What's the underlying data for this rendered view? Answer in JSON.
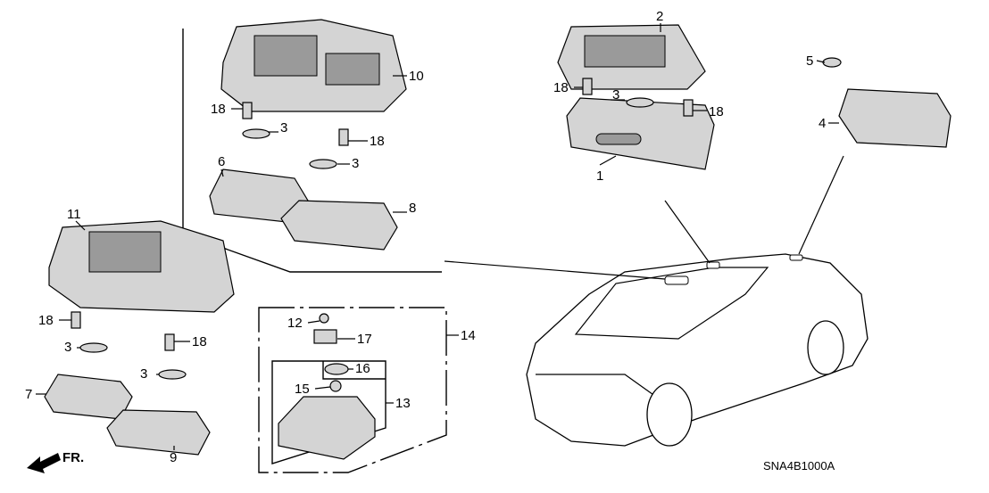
{
  "diagram": {
    "callouts": [
      "2",
      "5",
      "10",
      "18",
      "3",
      "18",
      "3",
      "18",
      "3",
      "18",
      "4",
      "1",
      "6",
      "8",
      "11",
      "18",
      "3",
      "18",
      "3",
      "7",
      "9",
      "12",
      "17",
      "16",
      "15",
      "13",
      "14"
    ],
    "direction_label": "FR.",
    "diagram_code": "SNA4B1000A"
  }
}
